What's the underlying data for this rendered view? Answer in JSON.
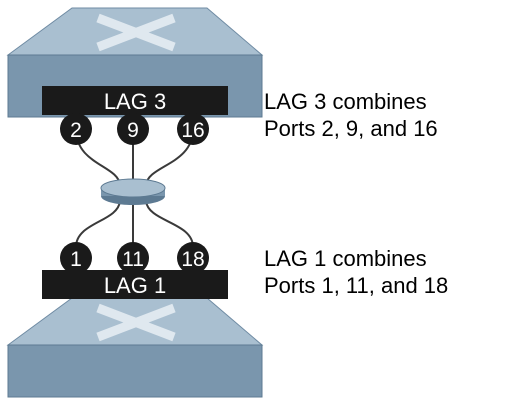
{
  "top_switch": {
    "lag_label": "LAG 3",
    "ports": [
      "2",
      "9",
      "16"
    ],
    "description_line1": "LAG 3 combines",
    "description_line2": "Ports 2, 9, and 16"
  },
  "bottom_switch": {
    "lag_label": "LAG 1",
    "ports": [
      "1",
      "11",
      "18"
    ],
    "description_line1": "LAG 1 combines",
    "description_line2": "Ports 1, 11, and 18"
  },
  "colors": {
    "switch_body": "#7a96ad",
    "switch_top": "#a9bfd0",
    "switch_dark": "#5d7a92",
    "lag_box": "#1a1a1a",
    "port": "#1a1a1a",
    "cable": "#3a3a3a",
    "connector": "#8fa9c0"
  }
}
